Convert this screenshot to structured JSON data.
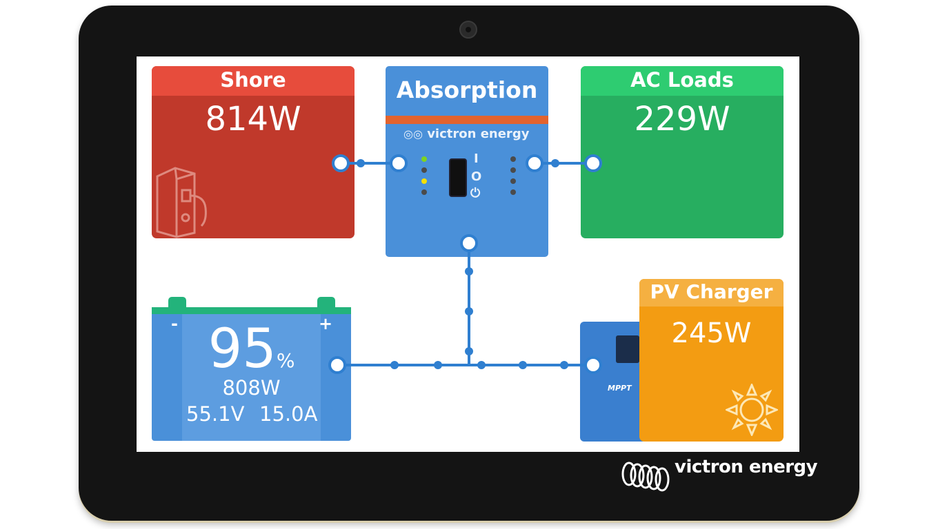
{
  "device": {
    "brand": "victron energy"
  },
  "shore": {
    "title": "Shore",
    "power": "814W",
    "icon": "shore-plug-icon"
  },
  "inverter": {
    "state": "Absorption",
    "brand": "victron energy",
    "switch_on": "I",
    "switch_off": "O"
  },
  "ac_loads": {
    "title": "AC Loads",
    "power": "229W"
  },
  "battery": {
    "soc": "95",
    "soc_unit": "%",
    "power": "808W",
    "voltage": "55.1V",
    "current": "15.0A",
    "minus": "-",
    "plus": "+"
  },
  "pv_charger": {
    "title": "PV Charger",
    "power": "245W",
    "icon": "sun-icon",
    "product_label": "MPPT"
  },
  "colors": {
    "shore": "#c0392b",
    "ac_loads": "#27ae60",
    "inverter": "#4a90d9",
    "battery": "#4a90d9",
    "pv": "#f39c12",
    "line": "#2f7fd0"
  }
}
